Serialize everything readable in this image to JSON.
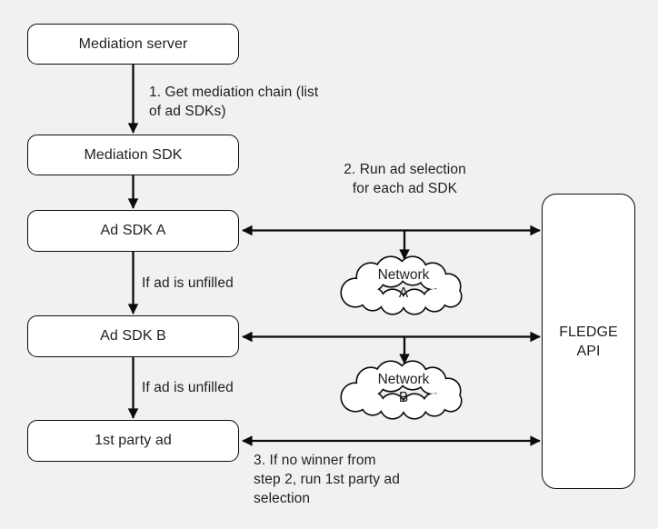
{
  "colors": {
    "background": "#f1f1f2",
    "box_fill": "#ffffff",
    "line": "#0b0b0b",
    "text": "#1f1f1f"
  },
  "nodes": {
    "mediation_server": "Mediation server",
    "mediation_sdk": "Mediation SDK",
    "ad_sdk_a": "Ad SDK A",
    "ad_sdk_b": "Ad SDK B",
    "first_party_ad": "1st party ad",
    "fledge_api": {
      "line1": "FLEDGE",
      "line2": "API"
    }
  },
  "clouds": {
    "network_a": {
      "line1": "Network",
      "line2": "A"
    },
    "network_b": {
      "line1": "Network",
      "line2": "B"
    }
  },
  "annotations": {
    "step1": {
      "line1": "1. Get mediation chain (list",
      "line2": "of ad SDKs)"
    },
    "step2": {
      "line1": "2. Run ad selection",
      "line2": "for each ad SDK"
    },
    "unfilled_a": "If ad is unfilled",
    "unfilled_b": "If ad is unfilled",
    "step3": {
      "line1": "3. If no winner from",
      "line2": "step 2, run 1st party ad",
      "line3": "selection"
    }
  }
}
